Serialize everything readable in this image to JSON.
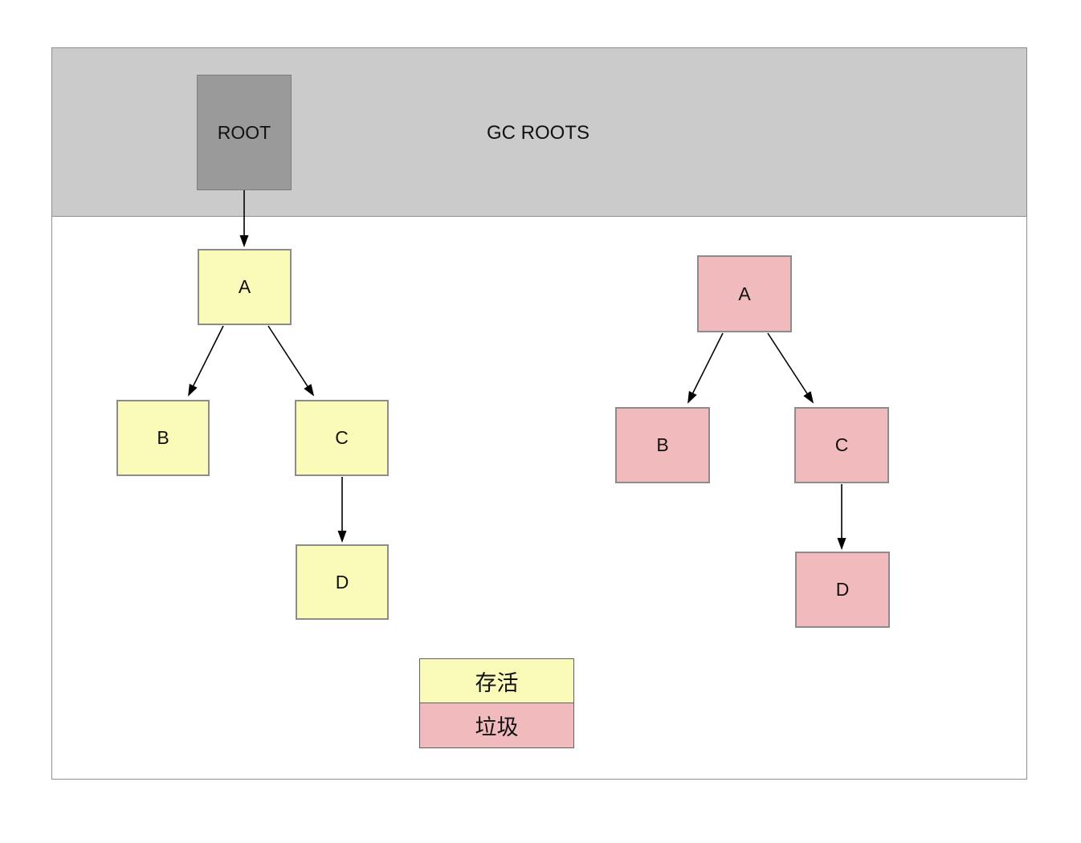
{
  "header": {
    "band_title": "GC ROOTS",
    "root_label": "ROOT"
  },
  "live_tree": {
    "a": "A",
    "b": "B",
    "c": "C",
    "d": "D"
  },
  "garbage_tree": {
    "a": "A",
    "b": "B",
    "c": "C",
    "d": "D"
  },
  "edges": [
    "ROOT -> A (live)",
    "A -> B (live)",
    "A -> C (live)",
    "C -> D (live)",
    "A -> B (garbage)",
    "A -> C (garbage)",
    "C -> D (garbage)"
  ],
  "legend": {
    "alive_label": "存活",
    "garbage_label": "垃圾"
  },
  "colors": {
    "band_bg": "#cbcbcb",
    "root_bg": "#9a9a9a",
    "live_bg": "#fbfbb9",
    "garbage_bg": "#f1bbbd",
    "node_border": "#8c8c8c",
    "frame_border": "#8f8f8f",
    "legend_border": "#5f5f5f",
    "arrow": "#000000",
    "text": "#111111"
  }
}
